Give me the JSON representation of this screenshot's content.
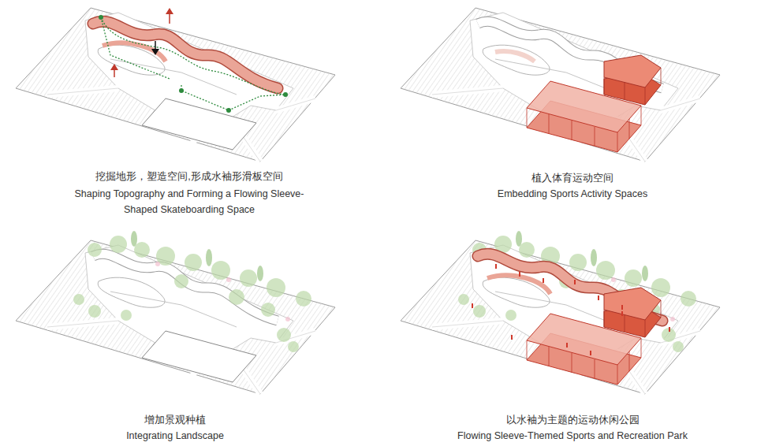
{
  "diagram": {
    "labels": [
      "挖掘地形，塑造空间,形成水袖形滑板空间",
      "Shaping Topography and Forming a Flowing Sleeve-Shaped Skateboarding Space",
      "植入体育运动空间",
      "Embedding Sports Activity Spaces",
      "增加景观种植",
      "Integrating Landscape",
      "以水袖为主题的运动休闲公园",
      "Flowing Sleeve-Themed Sports and Recreation Park"
    ]
  }
}
